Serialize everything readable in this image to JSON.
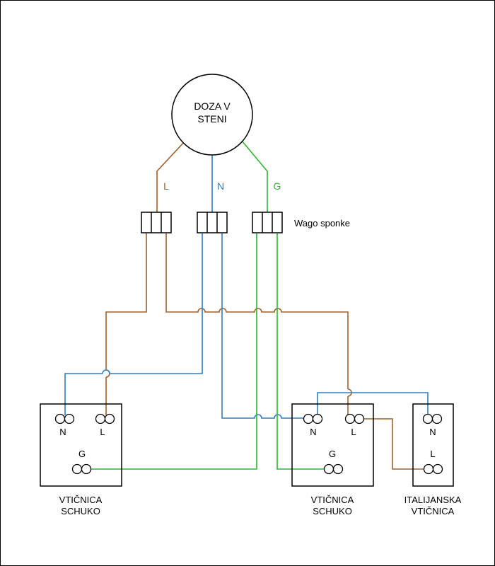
{
  "junction_box": {
    "line1": "DOZA V",
    "line2": "STENI"
  },
  "wire_labels": {
    "live": "L",
    "neutral": "N",
    "ground": "G"
  },
  "wago_label": "Wago sponke",
  "socket_left": {
    "n": "N",
    "l": "L",
    "g": "G",
    "name_line1": "VTIČNICA",
    "name_line2": "SCHUKO"
  },
  "socket_mid": {
    "n": "N",
    "l": "L",
    "g": "G",
    "name_line1": "VTIČNICA",
    "name_line2": "SCHUKO"
  },
  "socket_right": {
    "n": "N",
    "l": "L",
    "name_line1": "ITALIJANSKA",
    "name_line2": "VTIČNICA"
  },
  "colors": {
    "live": "#a0622d",
    "neutral": "#2e7fc4",
    "ground": "#2fb52f",
    "outline": "#000000"
  }
}
